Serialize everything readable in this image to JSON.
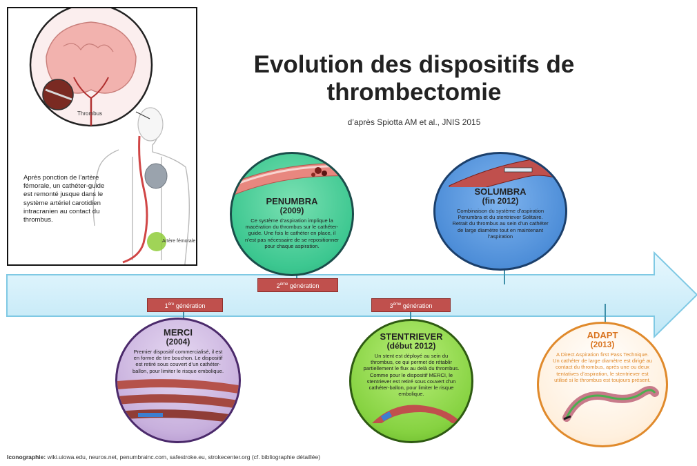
{
  "title": "Evolution des dispositifs de thrombectomie",
  "subtitle": "d’après Spiotta AM et al., JNIS 2015",
  "inset": {
    "text": "Après ponction de l’artère fémorale, un cathéter-guide est remonté jusque dans le système artériel carotidien intracranien au contact du thrombus.",
    "thrombus_label": "Thrombus",
    "artery_label": "Artère fémorale"
  },
  "devices": {
    "penumbra": {
      "name": "PENUMBRA",
      "year": "(2009)",
      "desc": "Ce système d’aspiration implique la macération du thrombus sur le cathéter-guide. Une fois le cathéter en place, il n’est pas nécessaire de se repositionner pour chaque aspiration."
    },
    "solumbra": {
      "name": "SOLUMBRA",
      "year": "(fin 2012)",
      "desc": "Combinaison du système d’aspiration Penumbra et du stentriever Solitaire. Retrait du thrombus au sein d’un cathéter de large diamètre tout en maintenant l’aspiration"
    },
    "merci": {
      "name": "MERCI",
      "year": "(2004)",
      "desc": "Premier dispositif commercialisé, il est en forme de tire bouchon. Le dispositif est retiré sous couvert d’un cathéter-ballon, pour limiter le risque embolique."
    },
    "stentriever": {
      "name": "STENTRIEVER",
      "year": "(début 2012)",
      "desc": "Un stent est déployé au sein du thrombus, ce qui permet de rétablir partiellement le flux au delà du thrombus. Comme pour le dispositif MERCI, le stentriever est retiré sous couvert d’un cathéter-ballon, pour limiter le risque embolique."
    },
    "adapt": {
      "name": "ADAPT",
      "year": "(2013)",
      "desc": "A Direct Aspiration first Pass Technique. Un cathéter de large diamètre est dirigé au contact du thrombus, après une ou deux tentatives d’aspiration, le stentriever est utilisé si le thrombus est toujours présent."
    }
  },
  "generations": {
    "gen1": {
      "num": "1",
      "sup": "ère",
      "word": "génération"
    },
    "gen2": {
      "num": "2",
      "sup": "ème",
      "word": "génération"
    },
    "gen3": {
      "num": "3",
      "sup": "ème",
      "word": "génération"
    }
  },
  "iconography": {
    "label": "Iconographie:",
    "sources": "wiki.uiowa.edu, neuros.net, penumbrainc.com, safestroke.eu, strokecenter.org (cf. bibliographie détaillée)"
  },
  "colors": {
    "arrow_fill": "#cdeefa",
    "arrow_stroke": "#7fc9e4",
    "generation_label": "#c0504d",
    "penumbra": "#3cc790",
    "solumbra": "#4e8ed8",
    "merci": "#c8b0dd",
    "stentriever": "#86d241",
    "adapt_border": "#e08a2c"
  }
}
